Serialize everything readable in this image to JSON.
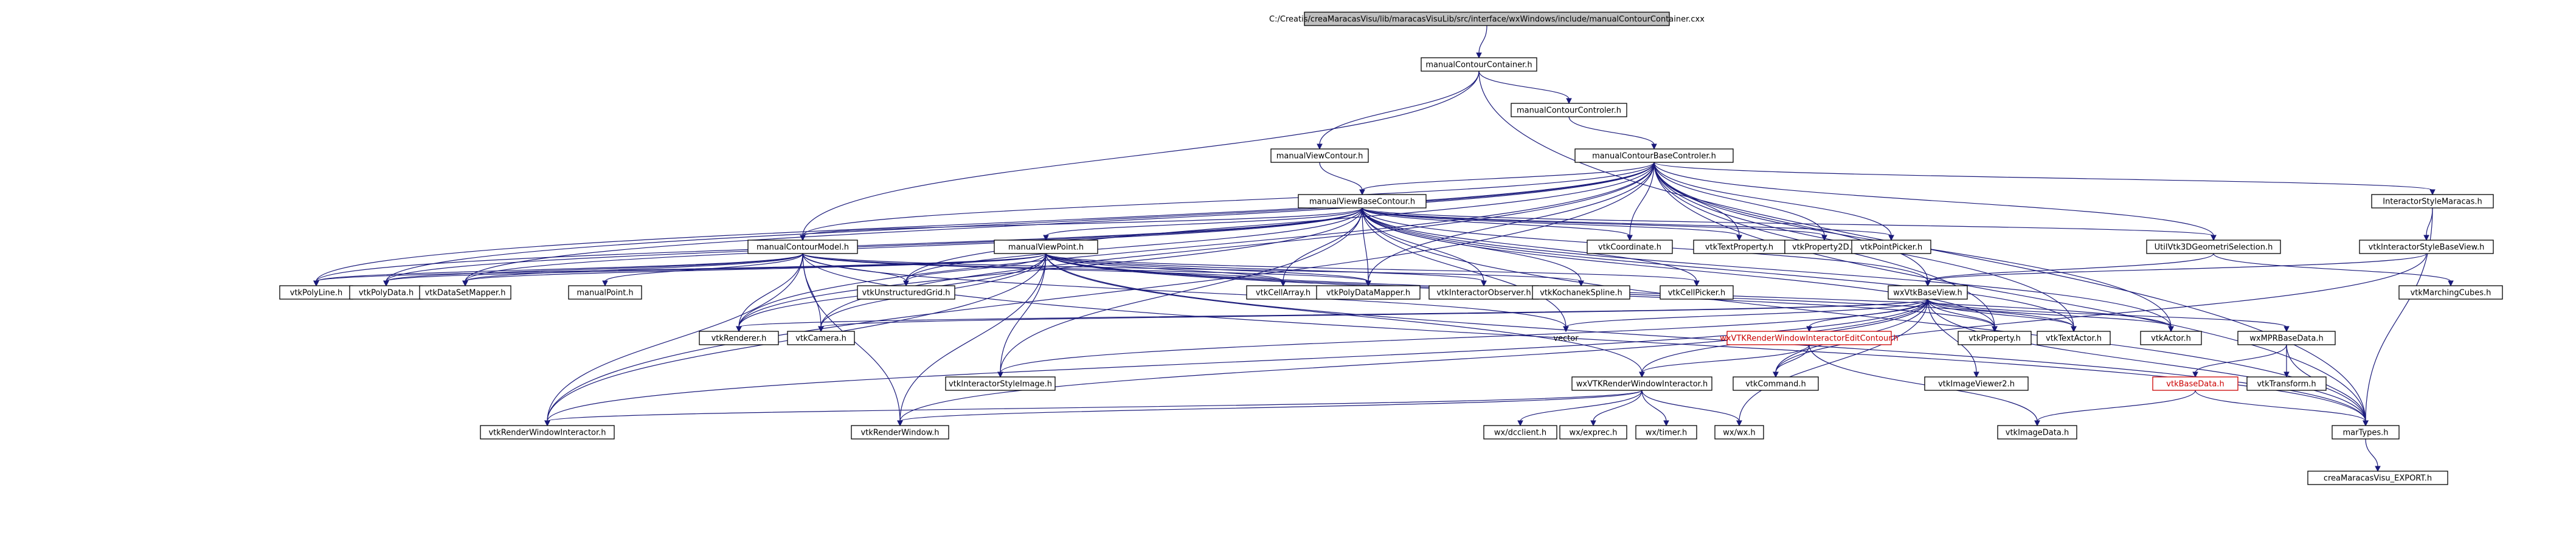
{
  "diagram": {
    "type": "include-dependency-graph",
    "nodes": [
      {
        "id": "root",
        "label": "C:/Creatis/creaMaracasVisu/lib/maracasVisuLib/src/interface/wxWindows/include/manualContourContainer.cxx",
        "style": "root"
      },
      {
        "id": "n1",
        "label": "manualContourContainer.h"
      },
      {
        "id": "n2",
        "label": "manualContourControler.h"
      },
      {
        "id": "n3",
        "label": "manualViewContour.h"
      },
      {
        "id": "n4",
        "label": "manualContourBaseControler.h"
      },
      {
        "id": "n5",
        "label": "manualViewBaseContour.h"
      },
      {
        "id": "n6",
        "label": "InteractorStyleMaracas.h"
      },
      {
        "id": "n7",
        "label": "wxVtkBaseView.h"
      },
      {
        "id": "n8",
        "label": "manualContourModel.h"
      },
      {
        "id": "n9",
        "label": "manualViewPoint.h"
      },
      {
        "id": "n10",
        "label": "vtkCoordinate.h"
      },
      {
        "id": "n11",
        "label": "vtkTextProperty.h"
      },
      {
        "id": "n12",
        "label": "vtkProperty2D.h"
      },
      {
        "id": "n13",
        "label": "vtkPointPicker.h"
      },
      {
        "id": "n14",
        "label": "UtilVtk3DGeometriSelection.h"
      },
      {
        "id": "n15",
        "label": "vtkInteractorStyleBaseView.h"
      },
      {
        "id": "n16",
        "label": "vtkPolyLine.h"
      },
      {
        "id": "n17",
        "label": "vtkPolyData.h"
      },
      {
        "id": "n18",
        "label": "vtkDataSetMapper.h"
      },
      {
        "id": "n19",
        "label": "manualPoint.h"
      },
      {
        "id": "n20",
        "label": "vtkUnstructuredGrid.h"
      },
      {
        "id": "n21",
        "label": "vtkCellArray.h"
      },
      {
        "id": "n22",
        "label": "vtkPolyDataMapper.h"
      },
      {
        "id": "n23",
        "label": "vtkInteractorObserver.h"
      },
      {
        "id": "n24",
        "label": "vtkKochanekSpline.h"
      },
      {
        "id": "n25",
        "label": "vtkCellPicker.h"
      },
      {
        "id": "n26",
        "label": "vtkMarchingCubes.h"
      },
      {
        "id": "n27",
        "label": "vtkRenderer.h"
      },
      {
        "id": "n28",
        "label": "vtkCamera.h"
      },
      {
        "id": "n29",
        "label": "vector",
        "style": "plain"
      },
      {
        "id": "n30",
        "label": "wxVTKRenderWindowInteractorEditContour.h",
        "style": "red"
      },
      {
        "id": "n31",
        "label": "vtkProperty.h"
      },
      {
        "id": "n32",
        "label": "vtkTextActor.h"
      },
      {
        "id": "n33",
        "label": "vtkActor.h"
      },
      {
        "id": "n34",
        "label": "wxMPRBaseData.h"
      },
      {
        "id": "n35",
        "label": "vtkInteractorStyleImage.h"
      },
      {
        "id": "n36",
        "label": "wxVTKRenderWindowInteractor.h"
      },
      {
        "id": "n37",
        "label": "vtkCommand.h"
      },
      {
        "id": "n38",
        "label": "vtkImageViewer2.h"
      },
      {
        "id": "n39",
        "label": "vtkBaseData.h",
        "style": "red"
      },
      {
        "id": "n40",
        "label": "vtkTransform.h"
      },
      {
        "id": "n41",
        "label": "vtkRenderWindowInteractor.h"
      },
      {
        "id": "n42",
        "label": "vtkRenderWindow.h"
      },
      {
        "id": "n43",
        "label": "wx/dcclient.h"
      },
      {
        "id": "n44",
        "label": "wx/exprec.h"
      },
      {
        "id": "n45",
        "label": "wx/timer.h"
      },
      {
        "id": "n46",
        "label": "wx/wx.h"
      },
      {
        "id": "n47",
        "label": "vtkImageData.h"
      },
      {
        "id": "n48",
        "label": "marTypes.h"
      },
      {
        "id": "n49",
        "label": "creaMaracasVisu_EXPORT.h"
      }
    ],
    "edges": [
      [
        "root",
        "n1"
      ],
      [
        "n1",
        "n2"
      ],
      [
        "n1",
        "n3"
      ],
      [
        "n1",
        "n8"
      ],
      [
        "n1",
        "n48"
      ],
      [
        "n2",
        "n4"
      ],
      [
        "n3",
        "n5"
      ],
      [
        "n4",
        "n5"
      ],
      [
        "n4",
        "n6"
      ],
      [
        "n4",
        "n7"
      ],
      [
        "n4",
        "n8"
      ],
      [
        "n4",
        "n10"
      ],
      [
        "n4",
        "n11"
      ],
      [
        "n4",
        "n12"
      ],
      [
        "n4",
        "n13"
      ],
      [
        "n4",
        "n14"
      ],
      [
        "n4",
        "n16"
      ],
      [
        "n4",
        "n17"
      ],
      [
        "n4",
        "n18"
      ],
      [
        "n4",
        "n20"
      ],
      [
        "n4",
        "n22"
      ],
      [
        "n4",
        "n27"
      ],
      [
        "n4",
        "n28"
      ],
      [
        "n4",
        "n31"
      ],
      [
        "n4",
        "n32"
      ],
      [
        "n4",
        "n33"
      ],
      [
        "n4",
        "n41"
      ],
      [
        "n4",
        "n48"
      ],
      [
        "n5",
        "n7"
      ],
      [
        "n5",
        "n8"
      ],
      [
        "n5",
        "n9"
      ],
      [
        "n5",
        "n10"
      ],
      [
        "n5",
        "n11"
      ],
      [
        "n5",
        "n12"
      ],
      [
        "n5",
        "n13"
      ],
      [
        "n5",
        "n14"
      ],
      [
        "n5",
        "n16"
      ],
      [
        "n5",
        "n17"
      ],
      [
        "n5",
        "n18"
      ],
      [
        "n5",
        "n20"
      ],
      [
        "n5",
        "n21"
      ],
      [
        "n5",
        "n22"
      ],
      [
        "n5",
        "n23"
      ],
      [
        "n5",
        "n24"
      ],
      [
        "n5",
        "n25"
      ],
      [
        "n5",
        "n27"
      ],
      [
        "n5",
        "n29"
      ],
      [
        "n5",
        "n31"
      ],
      [
        "n5",
        "n32"
      ],
      [
        "n5",
        "n33"
      ],
      [
        "n5",
        "n35"
      ],
      [
        "n5",
        "n48"
      ],
      [
        "n6",
        "n15"
      ],
      [
        "n6",
        "n48"
      ],
      [
        "n15",
        "n7"
      ],
      [
        "n15",
        "n37"
      ],
      [
        "n14",
        "n26"
      ],
      [
        "n14",
        "n7"
      ],
      [
        "n8",
        "n16"
      ],
      [
        "n8",
        "n17"
      ],
      [
        "n8",
        "n18"
      ],
      [
        "n8",
        "n19"
      ],
      [
        "n8",
        "n20"
      ],
      [
        "n8",
        "n21"
      ],
      [
        "n8",
        "n22"
      ],
      [
        "n8",
        "n24"
      ],
      [
        "n8",
        "n27"
      ],
      [
        "n8",
        "n28"
      ],
      [
        "n8",
        "n29"
      ],
      [
        "n8",
        "n41"
      ],
      [
        "n8",
        "n42"
      ],
      [
        "n8",
        "n48"
      ],
      [
        "n9",
        "n16"
      ],
      [
        "n9",
        "n17"
      ],
      [
        "n9",
        "n18"
      ],
      [
        "n9",
        "n20"
      ],
      [
        "n9",
        "n21"
      ],
      [
        "n9",
        "n22"
      ],
      [
        "n9",
        "n23"
      ],
      [
        "n9",
        "n25"
      ],
      [
        "n9",
        "n27"
      ],
      [
        "n9",
        "n28"
      ],
      [
        "n9",
        "n31"
      ],
      [
        "n9",
        "n32"
      ],
      [
        "n9",
        "n33"
      ],
      [
        "n9",
        "n35"
      ],
      [
        "n9",
        "n36"
      ],
      [
        "n9",
        "n41"
      ],
      [
        "n9",
        "n42"
      ],
      [
        "n9",
        "n48"
      ],
      [
        "n7",
        "n27"
      ],
      [
        "n7",
        "n28"
      ],
      [
        "n7",
        "n29"
      ],
      [
        "n7",
        "n30"
      ],
      [
        "n7",
        "n31"
      ],
      [
        "n7",
        "n32"
      ],
      [
        "n7",
        "n33"
      ],
      [
        "n7",
        "n34"
      ],
      [
        "n7",
        "n35"
      ],
      [
        "n7",
        "n36"
      ],
      [
        "n7",
        "n37"
      ],
      [
        "n7",
        "n38"
      ],
      [
        "n7",
        "n41"
      ],
      [
        "n7",
        "n42"
      ],
      [
        "n7",
        "n46"
      ],
      [
        "n7",
        "n48"
      ],
      [
        "n30",
        "n36"
      ],
      [
        "n30",
        "n37"
      ],
      [
        "n30",
        "n47"
      ],
      [
        "n34",
        "n39"
      ],
      [
        "n34",
        "n40"
      ],
      [
        "n34",
        "n48"
      ],
      [
        "n39",
        "n47"
      ],
      [
        "n39",
        "n48"
      ],
      [
        "n36",
        "n41"
      ],
      [
        "n36",
        "n42"
      ],
      [
        "n36",
        "n43"
      ],
      [
        "n36",
        "n44"
      ],
      [
        "n36",
        "n45"
      ],
      [
        "n36",
        "n46"
      ],
      [
        "n48",
        "n49"
      ]
    ]
  }
}
